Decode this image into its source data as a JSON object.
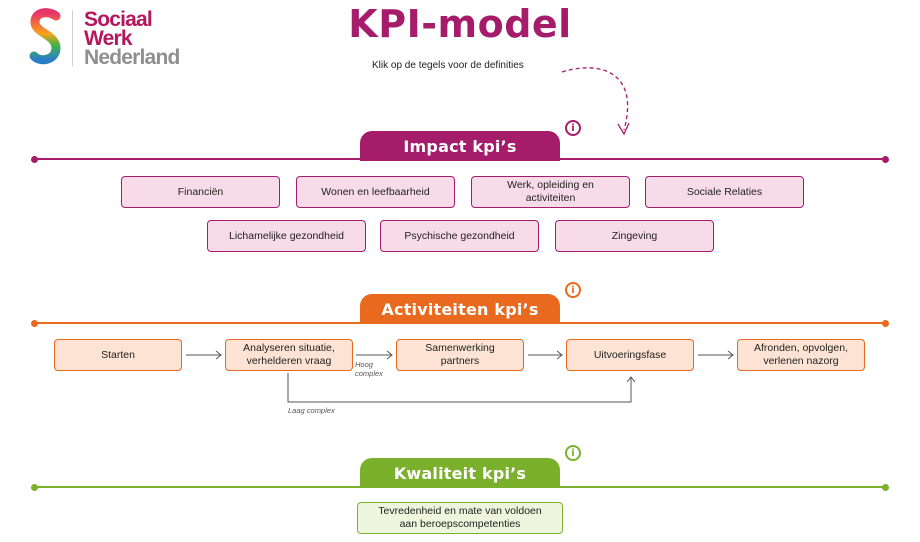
{
  "logo": {
    "line1": "Sociaal",
    "line2": "Werk",
    "line3": "Nederland"
  },
  "title": "KPI-model",
  "hint": "Klik op de tegels voor de definities",
  "colors": {
    "impact": "#a51c6b",
    "activiteiten": "#e9691e",
    "kwaliteit": "#7ab02c"
  },
  "sections": {
    "impact": {
      "label": "Impact kpi’s",
      "info_icon": "info-icon",
      "tiles": [
        "Financiën",
        "Wonen en leefbaarheid",
        "Werk, opleiding en activiteiten",
        "Sociale Relaties",
        "Lichamelijke gezondheid",
        "Psychische gezondheid",
        "Zingeving"
      ]
    },
    "activiteiten": {
      "label": "Activiteiten kpi’s",
      "info_icon": "info-icon",
      "tiles": [
        "Starten",
        "Analyseren situatie, verhelderen vraag",
        "Samenwerking partners",
        "Uitvoeringsfase",
        "Afronden, opvolgen, verlenen nazorg"
      ],
      "flow_labels": {
        "high": "Hoog complex",
        "low": "Laag complex"
      }
    },
    "kwaliteit": {
      "label": "Kwaliteit kpi’s",
      "info_icon": "info-icon",
      "tiles": [
        "Tevredenheid en mate van voldoen aan beroepscompetenties"
      ]
    }
  }
}
